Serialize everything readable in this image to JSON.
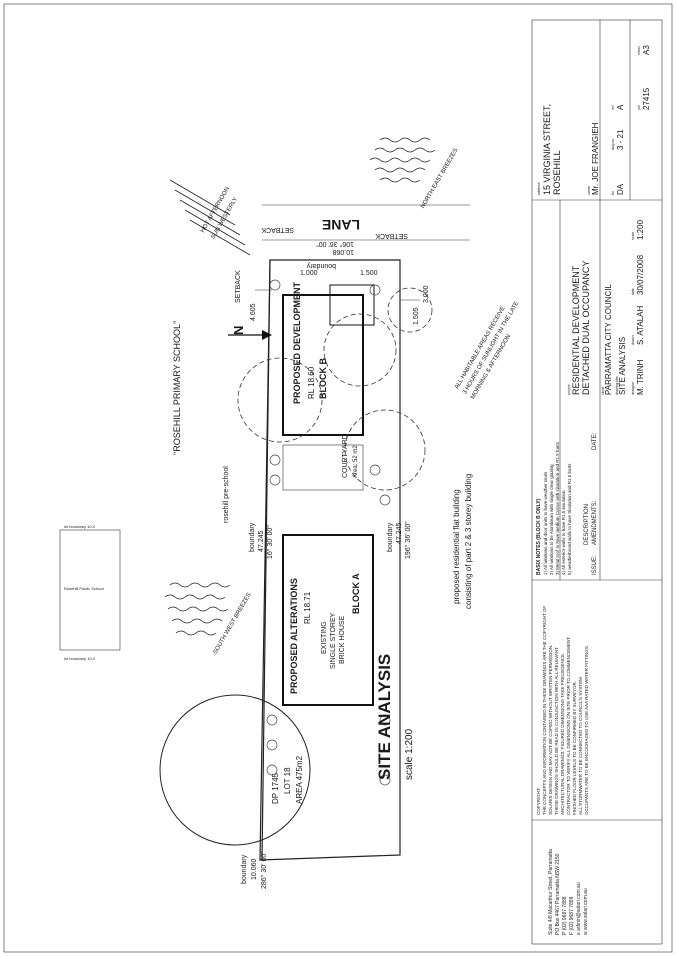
{
  "school_label": "\"ROSEHILL PRIMARY SCHOOL\"",
  "preschool_label": "rosehill pre-school",
  "lane_label": "LANE",
  "setback_top": "SETBACK",
  "setback_bottom": "SETBACK",
  "setback_mid": "SETBACK",
  "north_label": "N",
  "dims": {
    "top_width_1": "1.000",
    "top_width_2": "1.500",
    "offset_1": "4.605",
    "offset_2": "1.505",
    "offset_3": "3.000",
    "boundary_top_len": "10.068",
    "boundary_top_angle": "106° 36' 00\"",
    "boundary_top_word": "boundary",
    "boundary_left_word": "boundary",
    "boundary_left_len": "47.245",
    "boundary_left_angle": "16° 30' 00\"",
    "boundary_right_word": "boundary",
    "boundary_right_len": "47.245",
    "boundary_right_angle": "196° 36' 00\"",
    "boundary_bottom_word": "boundary",
    "boundary_bottom_len": "10.060",
    "boundary_bottom_angle": "286° 30' 00\""
  },
  "blocks": {
    "b_title": "PROPOSED DEVELOPMENT",
    "b_rl": "RL 18.60",
    "b_name": "BLOCK B",
    "courtyard": "COURTYARD",
    "courtyard_area": "Area: 52 m2",
    "a_title": "PROPOSED ALTERATIONS",
    "a_rl": "RL 18.71",
    "a_existing_1": "EXISTING",
    "a_existing_2": "SINGLE STOREY",
    "a_existing_3": "BRICK HOUSE",
    "a_name": "BLOCK A",
    "dp_1": "DP 1745",
    "dp_2": "LOT 18",
    "dp_3": "AREA 475m2"
  },
  "breezes": {
    "north_east": "NORTH EAST BREEZES",
    "south_west": "SOUTH WEST BREEZES",
    "afternoon_1": "HOT AFTERNOON",
    "afternoon_2": "SUN WESTERLY"
  },
  "sun_note": {
    "line1": "ALL HABITABLE AREAS RECEIVE",
    "line2": "3 HOURS OF SUNLIGHT IN THE LATE",
    "line3": "MORNING & AFTERNOON"
  },
  "flat_note": {
    "line1": "proposed residential flat building",
    "line2": "consisting of part 2 & 3 storey building"
  },
  "site_analysis": "SITE ANALYSIS",
  "scale_label": "scale 1:200",
  "basix": {
    "heading": "BASIX NOTES (BLOCK B ONLY)",
    "line1": "1) All windows and door units to have weather seals",
    "line2": "2) All windows to be Aluminium with single clear glazing",
    "line3": "3) Metal roof to have medium Colour with sisalation and R1.5 batts",
    "line4": "4) All exterior walls to have R1.5 insulation",
    "line5": "5) weatherboard walls to have Sisalation and R1.5 batts"
  },
  "copyright": {
    "heading": "COPYRIGHT:",
    "line1": "THE CONCEPTS AND INFORMATION CONTAINED IN THESE DRAWINGS ARE THE COPYRIGHT OF",
    "line2": "SOLARIS DESIGN AND MAY NOT BE COPIED WITHOUT WRITTEN PERMISSION.",
    "line3": "THESE DRAWINGS SHOULD BE READ IN CONJUNCTION WITH ALL RELEVANT",
    "line4": "ARCHITECTURAL DRAWINGS. FIGURED DIMENSIONS TAKE PRECEDENCE.",
    "line5": "CONTRACTOR TO VERIFY ALL DIMENSIONS ON SITE PRIOR TO COMMENCEMENT.",
    "line6": "FINISHED FLOOR LEVELS TO BE CONFIRMED BY SURVEYOR.",
    "line7": "ALL STORMWATER TO BE CONNECTED TO COUNCIL'S SYSTEM.",
    "line8": "OCCUPANTS ARE TO BE ENCOURAGED TO USE AAA RATED WATER FITTINGS."
  },
  "firm": {
    "line1": "Suite 4/8 Macarthur Street, Parramatta",
    "line2": "PO Box 4467 Parramatta NSW 2150",
    "line3": "P (02) 9687 7888",
    "line4": "F (02) 9687 7899",
    "line5": "e admin@solari.com.au",
    "line6": "w www.solari.com.au"
  },
  "title_block": {
    "issue_label": "ISSUE:",
    "description_label": "DESCRIPTION",
    "amendments_label": "AMENDMENTS:",
    "date_label": "DATE:",
    "project_label": "project",
    "project_line1": "RESIDENTIAL DEVELOPMENT",
    "project_line2": "DETACHED DUAL OCCUPANCY",
    "client_label": "client",
    "client_value": "PARRAMATTA CITY COUNCIL",
    "drawing_label": "drawing title",
    "drawing_value": "SITE ANALYSIS",
    "designer_label": "designer",
    "designer_value": "M. TRINH",
    "drawn_label": "drawn",
    "drawn_value": "S. ATALAH",
    "date_value_label": "date",
    "date_value": "30/07/2008",
    "scale_label": "scale",
    "scale_value": "1:200",
    "address_label": "address",
    "address_line1": "15 VIRGINIA STREET,",
    "address_line2": "ROSEHILL",
    "owner_label": "owner",
    "owner_value": "Mr. JOE FRANGIEH",
    "for_label": "for",
    "for_value": "DA",
    "dwg_label": "dwg no",
    "dwg_value": "3 - 21",
    "rev_label": "rev",
    "rev_value": "A",
    "job_label": "job",
    "job_value": "27415",
    "size_label": "sheet",
    "size_value": "A3"
  },
  "neighbour_labels": {
    "n1": "lot boundary 10.0",
    "n2": "Rosehill Public School",
    "n3": "lot boundary 10.0"
  }
}
